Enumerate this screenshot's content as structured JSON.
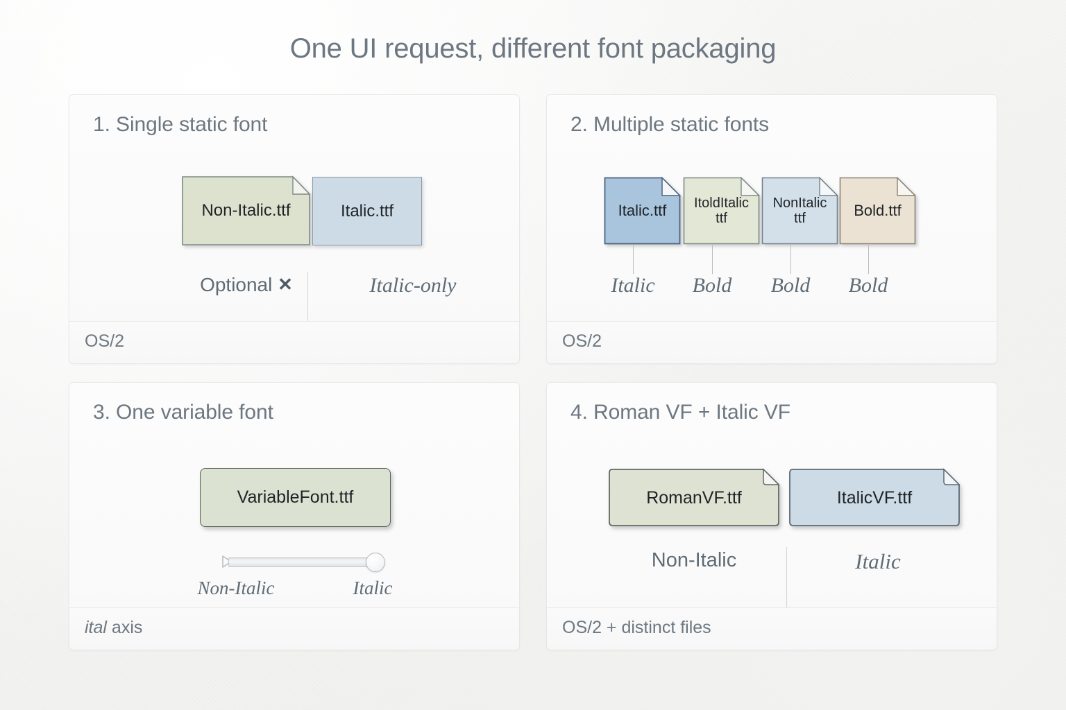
{
  "title": "One UI request, different font packaging",
  "panels": [
    {
      "heading": "1. Single static font",
      "footer": "OS/2",
      "cards": [
        {
          "label": "Non-Italic.ttf",
          "color": "#dde2ce",
          "shape": "folded"
        },
        {
          "label": "Italic.ttf",
          "color": "#ccdbe6",
          "shape": "plain"
        }
      ],
      "captions": [
        {
          "text": "Optional",
          "icon": "cross-mark",
          "style": "upright"
        },
        {
          "text": "Italic-only",
          "style": "serif-italic"
        }
      ]
    },
    {
      "heading": "2. Multiple static fonts",
      "footer": "OS/2",
      "cards": [
        {
          "label": "Italic.ttf",
          "color": "#a9c4dd",
          "shape": "folded"
        },
        {
          "label": "ItoldItalic\nttf",
          "color": "#e2e7d6",
          "shape": "folded"
        },
        {
          "label": "NonItalic\nttf",
          "color": "#d3e0ea",
          "shape": "folded"
        },
        {
          "label": "Bold.ttf",
          "color": "#ebe2d3",
          "shape": "folded"
        }
      ],
      "captions": [
        {
          "text": "Italic",
          "style": "serif-italic"
        },
        {
          "text": "Bold",
          "style": "serif-italic"
        },
        {
          "text": "Bold",
          "style": "serif-italic"
        },
        {
          "text": "Bold",
          "style": "serif-italic"
        }
      ]
    },
    {
      "heading": "3. One variable font",
      "footer_italic": "ital",
      "footer_rest": " axis",
      "cards": [
        {
          "label": "VariableFont.ttf",
          "color": "#dce2d2",
          "shape": "rounded"
        }
      ],
      "slider": {
        "name": "ital-axis-slider",
        "left_label": "Non-Italic",
        "right_label": "Italic",
        "value": 1,
        "min": 0,
        "max": 1
      }
    },
    {
      "heading": "4. Roman VF + Italic VF",
      "footer": "OS/2 + distinct files",
      "cards": [
        {
          "label": "RomanVF.ttf",
          "color": "#dde2d2",
          "shape": "folded"
        },
        {
          "label": "ItalicVF.ttf",
          "color": "#ccdbe6",
          "shape": "folded"
        }
      ],
      "captions": [
        {
          "text": "Non-Italic",
          "style": "upright"
        },
        {
          "text": "Italic",
          "style": "serif-italic"
        }
      ]
    }
  ],
  "colors": {
    "background": "#f7f7f6",
    "panel_background": "#fbfbfb",
    "panel_border": "#e7e7e7",
    "heading_text": "#6d7781",
    "card_text": "#1f2326",
    "divider": "#d4d4d4"
  }
}
